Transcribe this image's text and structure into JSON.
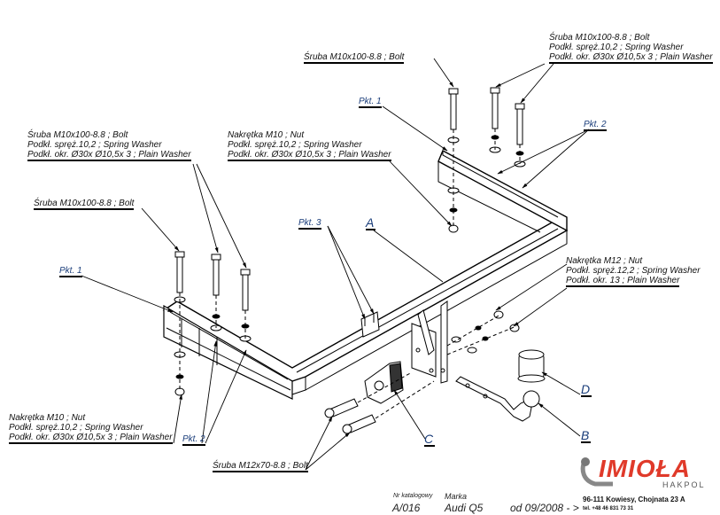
{
  "callouts": {
    "top_right": {
      "line1": "Śruba M10x100-8.8 ;  Bolt",
      "line2": "Podkł. spręż.10,2 ; Spring Washer",
      "line3": "Podkł. okr.  Ø30x Ø10,5x 3 ; Plain Washer"
    },
    "top_center": {
      "line1": "Śruba M10x100-8.8 ;  Bolt"
    },
    "left_upper": {
      "line1": "Śruba M10x100-8.8 ;  Bolt",
      "line2": "Podkł. spręż.10,2 ; Spring Washer",
      "line3": "Podkł. okr.  Ø30x Ø10,5x 3 ; Plain Washer"
    },
    "left_bolt": {
      "line1": "Śruba M10x100-8.8 ;  Bolt"
    },
    "center_nut": {
      "line1": "Nakrętka  M10 ; Nut",
      "line2": "Podkł. spręż.10,2 ; Spring Washer",
      "line3": "Podkł. okr.  Ø30x Ø10,5x 3 ; Plain Washer"
    },
    "right_nut": {
      "line1": "Nakrętka  M12 ; Nut",
      "line2": "Podkł. spręż.12,2 ; Spring Washer",
      "line3": "Podkł. okr. 13 ; Plain Washer"
    },
    "bottom_left_nut": {
      "line1": "Nakrętka  M10 ; Nut",
      "line2": "Podkł. spręż.10,2 ; Spring Washer",
      "line3": "Podkł. okr.  Ø30x Ø10,5x 3 ; Plain Washer"
    },
    "bottom_bolt": {
      "line1": "Śruba M12x70-8.8 ;  Bolt"
    }
  },
  "points": {
    "pkt1_top": "Pkt. 1",
    "pkt1_left": "Pkt. 1",
    "pkt2_right": "Pkt. 2",
    "pkt2_bottom": "Pkt. 2",
    "pkt3": "Pkt. 3"
  },
  "parts": {
    "A": "A",
    "B": "B",
    "C": "C",
    "D": "D"
  },
  "footer": {
    "catalog_label": "Nr katalogowy",
    "catalog_value": "A/016",
    "make_label": "Marka",
    "make_value": "Audi Q5",
    "date_range": "od  09/2008 - >"
  },
  "company": {
    "logo_text": "IMIOŁA",
    "logo_sub": "HAKPOL",
    "address": "96-111 Kowiesy, Chojnata 23 A",
    "phone": "tel. +48 46 831 73 31",
    "brand_color": "#e03a2a"
  }
}
